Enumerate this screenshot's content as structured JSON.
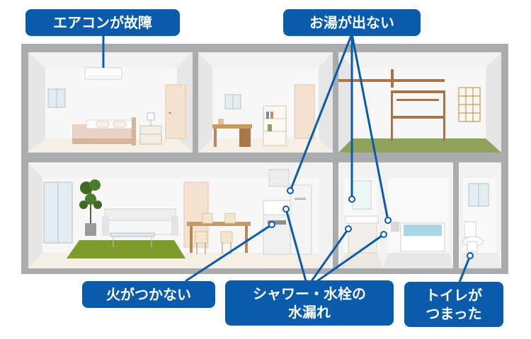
{
  "labels": {
    "aircon": "エアコンが故障",
    "hot_water": "お湯が出ない",
    "fire": "火がつかない",
    "leak_line1": "シャワー・水栓の",
    "leak_line2": "水漏れ",
    "toilet_line1": "トイレが",
    "toilet_line2": "つまった"
  },
  "colors": {
    "label_bg": "#0a5bab",
    "label_text": "#ffffff",
    "house_frame": "#a9abad",
    "floor_green": "#7f9b2c",
    "tatami_green": "#8fa35a",
    "wood": "#c79a61"
  }
}
